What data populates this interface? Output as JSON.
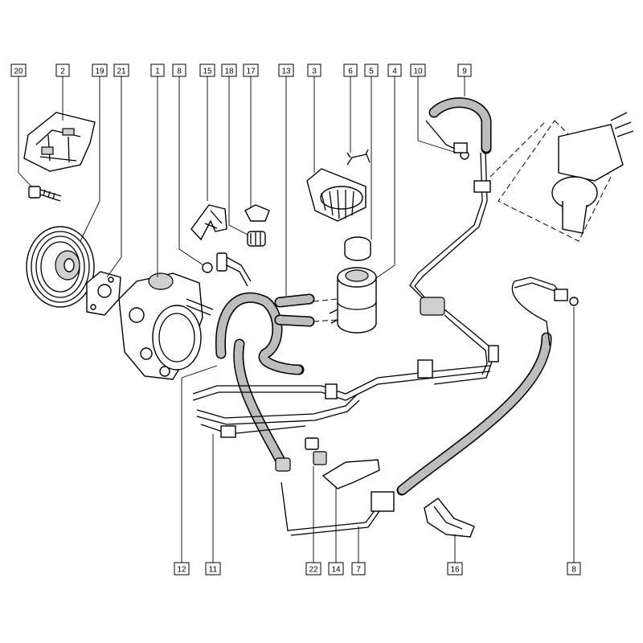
{
  "diagram": {
    "callouts": [
      {
        "id": "20",
        "label": "20"
      },
      {
        "id": "2",
        "label": "2"
      },
      {
        "id": "19",
        "label": "19"
      },
      {
        "id": "21",
        "label": "21"
      },
      {
        "id": "1",
        "label": "1"
      },
      {
        "id": "8a",
        "label": "8"
      },
      {
        "id": "15",
        "label": "15"
      },
      {
        "id": "18",
        "label": "18"
      },
      {
        "id": "17",
        "label": "17"
      },
      {
        "id": "13",
        "label": "13"
      },
      {
        "id": "3",
        "label": "3"
      },
      {
        "id": "6",
        "label": "6"
      },
      {
        "id": "5",
        "label": "5"
      },
      {
        "id": "4",
        "label": "4"
      },
      {
        "id": "10",
        "label": "10"
      },
      {
        "id": "9",
        "label": "9"
      },
      {
        "id": "12",
        "label": "12"
      },
      {
        "id": "11",
        "label": "11"
      },
      {
        "id": "22",
        "label": "22"
      },
      {
        "id": "14",
        "label": "14"
      },
      {
        "id": "7",
        "label": "7"
      },
      {
        "id": "16",
        "label": "16"
      },
      {
        "id": "8b",
        "label": "8"
      }
    ]
  }
}
